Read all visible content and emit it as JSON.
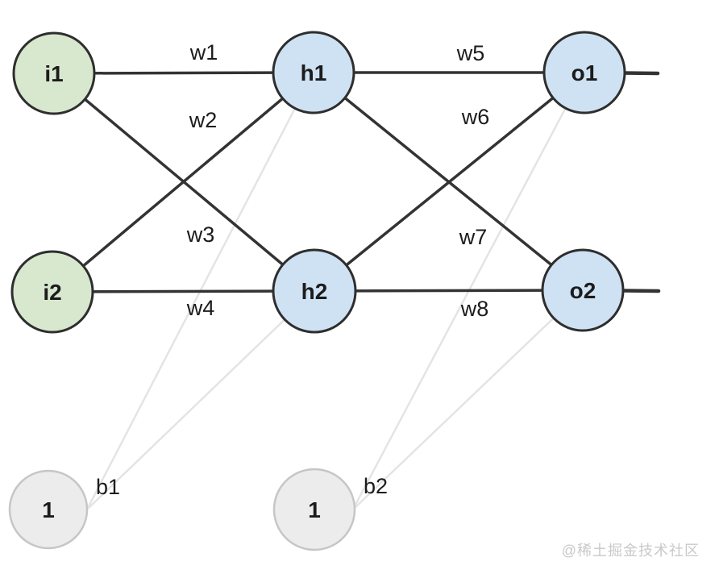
{
  "network": {
    "nodes": {
      "i1": {
        "label": "i1",
        "layer": "input"
      },
      "i2": {
        "label": "i2",
        "layer": "input"
      },
      "h1": {
        "label": "h1",
        "layer": "hidden"
      },
      "h2": {
        "label": "h2",
        "layer": "hidden"
      },
      "o1": {
        "label": "o1",
        "layer": "output"
      },
      "o2": {
        "label": "o2",
        "layer": "output"
      },
      "b1": {
        "label": "1",
        "layer": "bias"
      },
      "b2": {
        "label": "1",
        "layer": "bias"
      }
    },
    "weights": {
      "w1": "w1",
      "w2": "w2",
      "w3": "w3",
      "w4": "w4",
      "w5": "w5",
      "w6": "w6",
      "w7": "w7",
      "w8": "w8"
    },
    "bias_labels": {
      "b1": "b1",
      "b2": "b2"
    },
    "edges": [
      {
        "from": "i1",
        "to": "h1",
        "label": "w1"
      },
      {
        "from": "i2",
        "to": "h1",
        "label": "w2"
      },
      {
        "from": "i1",
        "to": "h2",
        "label": "w3"
      },
      {
        "from": "i2",
        "to": "h2",
        "label": "w4"
      },
      {
        "from": "h1",
        "to": "o1",
        "label": "w5"
      },
      {
        "from": "h2",
        "to": "o1",
        "label": "w6"
      },
      {
        "from": "h1",
        "to": "o2",
        "label": "w7"
      },
      {
        "from": "h2",
        "to": "o2",
        "label": "w8"
      },
      {
        "from": "b1",
        "to": "h1",
        "label": "b1"
      },
      {
        "from": "b1",
        "to": "h2",
        "label": "b1"
      },
      {
        "from": "b2",
        "to": "o1",
        "label": "b2"
      },
      {
        "from": "b2",
        "to": "o2",
        "label": "b2"
      }
    ]
  },
  "watermark": {
    "text": "@稀土掘金技术社区"
  },
  "colors": {
    "background": "#ffffff",
    "input_fill": "#d8e8cf",
    "hidden_fill": "#cfe2f3",
    "output_fill": "#cfe2f3",
    "bias_fill": "#ececec",
    "node_stroke": "#2e2e2e",
    "bias_stroke": "#c6c6c6",
    "edge": "#333333",
    "bias_edge": "#e4e4e4",
    "label": "#1c1c1c",
    "watermark": "#c9c9c9"
  }
}
